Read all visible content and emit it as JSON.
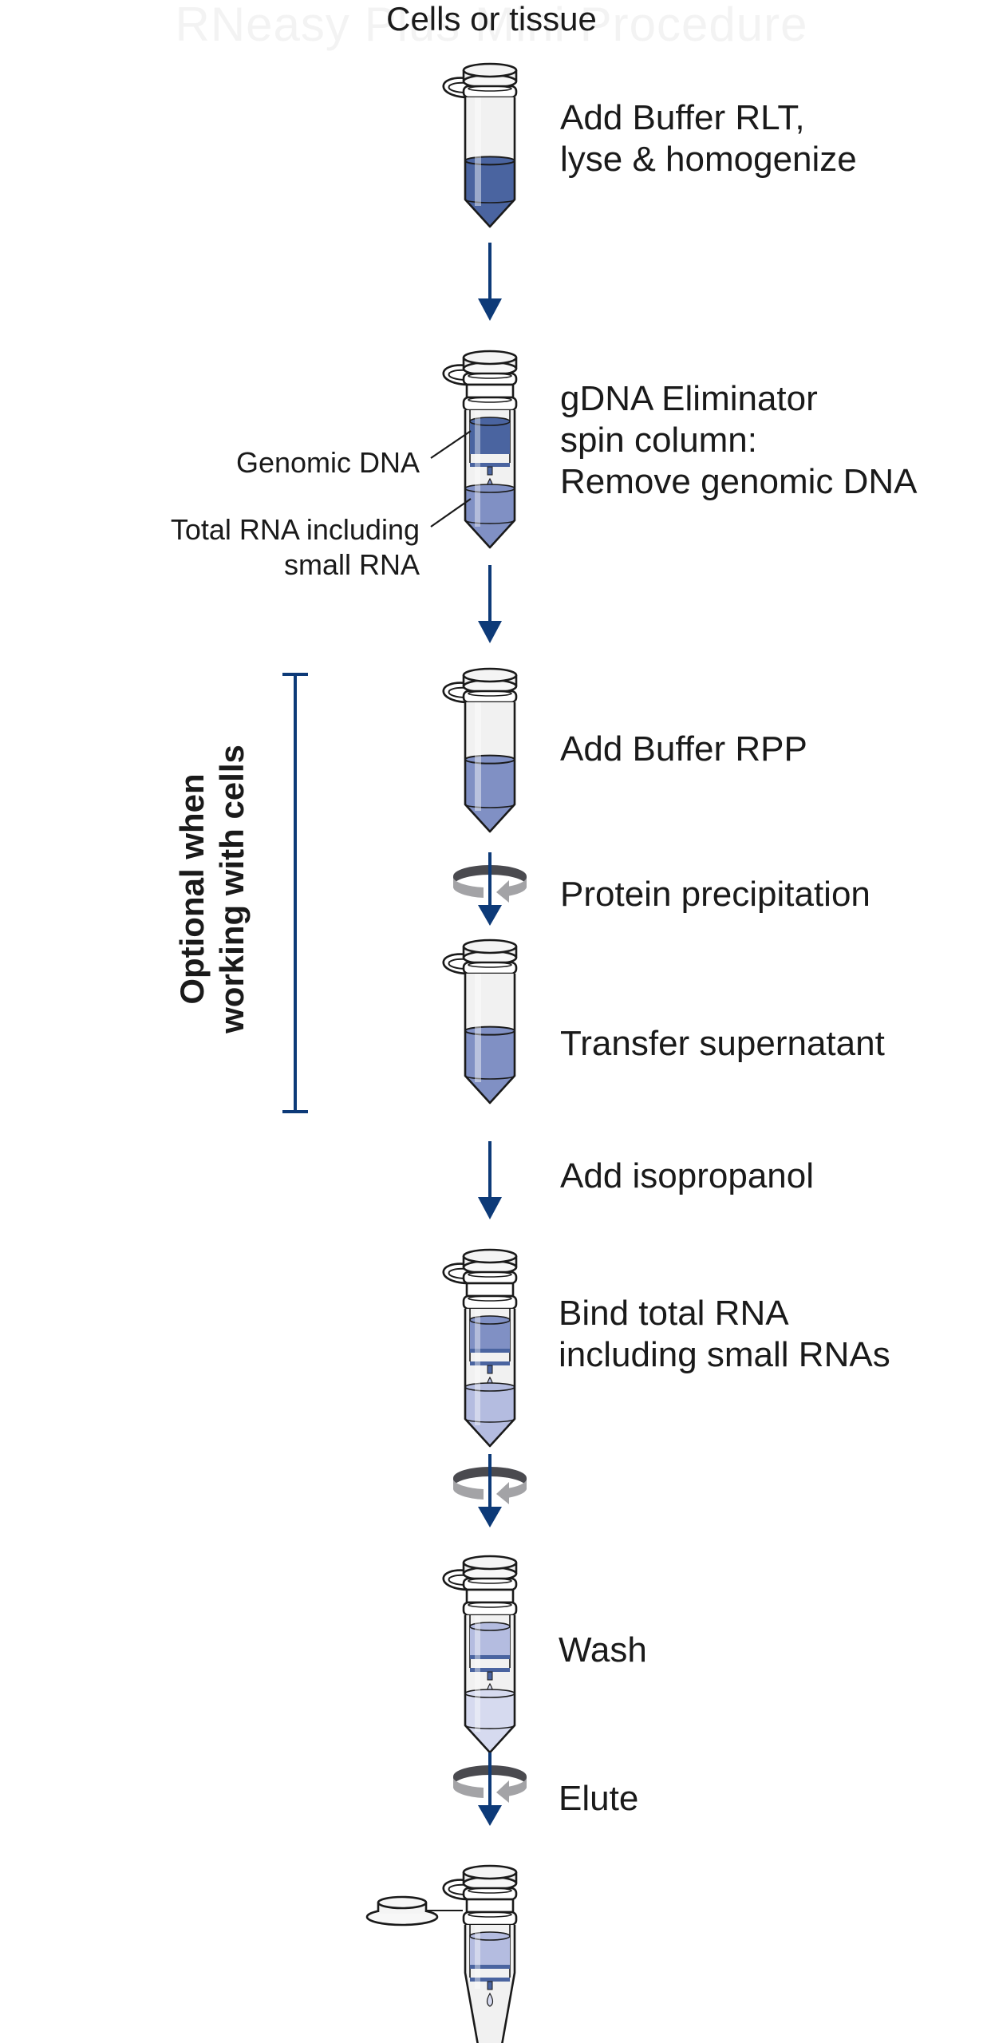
{
  "diagram": {
    "watermark_title": "RNeasy Plus Mini Procedure",
    "start_label": "Cells or tissue",
    "colors": {
      "arrow": "#0d3a78",
      "buffer_dark": "#4a64a0",
      "buffer_medium": "#8090c4",
      "buffer_light": "#b4bce0",
      "buffer_pale": "#d6daef",
      "spin_dark": "#4a4a4f",
      "spin_light": "#a3a3a6",
      "outline": "#1a1a1a"
    },
    "steps": [
      {
        "id": "lyse",
        "text_lines": [
          "Add Buffer RLT,",
          "lyse & homogenize"
        ],
        "icon": "microtube-lysate-icon"
      },
      {
        "id": "gdna",
        "text_lines": [
          "gDNA Eliminator",
          "spin column:",
          "Remove genomic DNA"
        ],
        "icon": "gdna-spin-column-icon",
        "callouts": [
          {
            "name": "genomic-dna-callout",
            "lines": [
              "Genomic DNA"
            ]
          },
          {
            "name": "total-rna-callout",
            "lines": [
              "Total RNA including",
              "small RNA"
            ]
          }
        ]
      },
      {
        "id": "rpp",
        "text_lines": [
          "Add Buffer RPP"
        ],
        "icon": "microtube-rpp-icon"
      },
      {
        "id": "protein",
        "text_lines": [
          "Protein precipitation"
        ],
        "icon": "centrifuge-icon"
      },
      {
        "id": "transfer",
        "text_lines": [
          "Transfer supernatant"
        ],
        "icon": "microtube-supernatant-icon"
      },
      {
        "id": "isopropanol",
        "text_lines": [
          "Add isopropanol"
        ],
        "icon": "arrow-down-icon"
      },
      {
        "id": "bind",
        "text_lines": [
          "Bind total RNA",
          "including small RNAs"
        ],
        "icon": "rneasy-spin-column-icon"
      },
      {
        "id": "centrifuge2",
        "text_lines": [],
        "icon": "centrifuge-icon"
      },
      {
        "id": "wash",
        "text_lines": [
          "Wash"
        ],
        "icon": "rneasy-spin-column-wash-icon"
      },
      {
        "id": "elute",
        "text_lines": [
          "Elute"
        ],
        "icon": "centrifuge-icon"
      },
      {
        "id": "final",
        "text_lines": [],
        "icon": "elution-tube-icon"
      }
    ],
    "optional_bracket": {
      "lines": [
        "Optional when",
        "working with cells"
      ]
    }
  }
}
